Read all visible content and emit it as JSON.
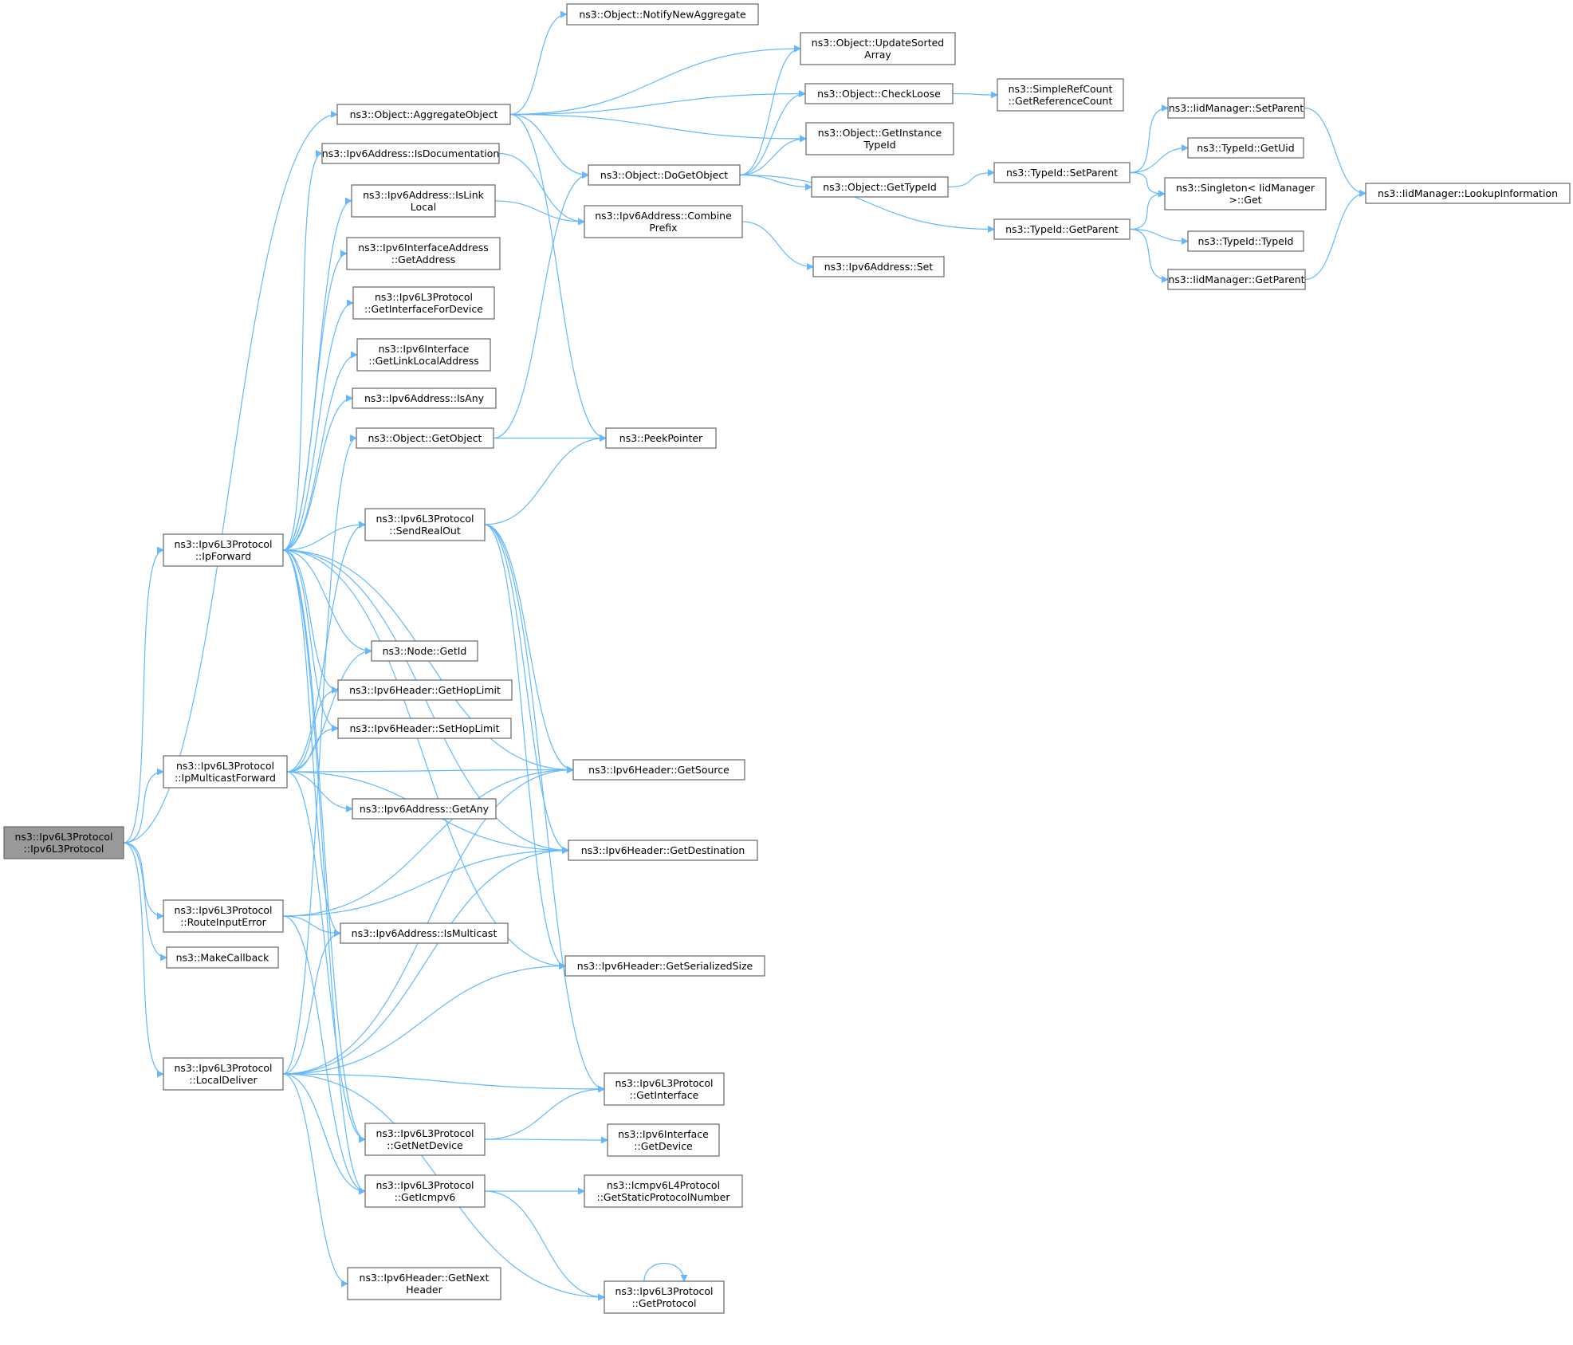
{
  "colors": {
    "edge": "#63b8ff",
    "node_border": "#666666",
    "root_fill": "#999999",
    "node_fill": "#ffffff"
  },
  "nodes": [
    {
      "id": "root",
      "lines": [
        "ns3::Ipv6L3Protocol",
        "::Ipv6L3Protocol"
      ],
      "root": true
    },
    {
      "id": "aggregate",
      "lines": [
        "ns3::Object::AggregateObject"
      ]
    },
    {
      "id": "ipforward",
      "lines": [
        "ns3::Ipv6L3Protocol",
        "::IpForward"
      ]
    },
    {
      "id": "ipmcast",
      "lines": [
        "ns3::Ipv6L3Protocol",
        "::IpMulticastForward"
      ]
    },
    {
      "id": "routeerr",
      "lines": [
        "ns3::Ipv6L3Protocol",
        "::RouteInputError"
      ]
    },
    {
      "id": "makecb",
      "lines": [
        "ns3::MakeCallback"
      ]
    },
    {
      "id": "localdeliver",
      "lines": [
        "ns3::Ipv6L3Protocol",
        "::LocalDeliver"
      ]
    },
    {
      "id": "isdoc",
      "lines": [
        "ns3::Ipv6Address::IsDocumentation"
      ]
    },
    {
      "id": "islinklocal",
      "lines": [
        "ns3::Ipv6Address::IsLink",
        "Local"
      ]
    },
    {
      "id": "ifaddr",
      "lines": [
        "ns3::Ipv6InterfaceAddress",
        "::GetAddress"
      ]
    },
    {
      "id": "getifdev",
      "lines": [
        "ns3::Ipv6L3Protocol",
        "::GetInterfaceForDevice"
      ]
    },
    {
      "id": "getlladdr",
      "lines": [
        "ns3::Ipv6Interface",
        "::GetLinkLocalAddress"
      ]
    },
    {
      "id": "isany",
      "lines": [
        "ns3::Ipv6Address::IsAny"
      ]
    },
    {
      "id": "getobject",
      "lines": [
        "ns3::Object::GetObject"
      ]
    },
    {
      "id": "sendreal",
      "lines": [
        "ns3::Ipv6L3Protocol",
        "::SendRealOut"
      ]
    },
    {
      "id": "nodeid",
      "lines": [
        "ns3::Node::GetId"
      ]
    },
    {
      "id": "gethop",
      "lines": [
        "ns3::Ipv6Header::GetHopLimit"
      ]
    },
    {
      "id": "sethop",
      "lines": [
        "ns3::Ipv6Header::SetHopLimit"
      ]
    },
    {
      "id": "getany",
      "lines": [
        "ns3::Ipv6Address::GetAny"
      ]
    },
    {
      "id": "ismcast",
      "lines": [
        "ns3::Ipv6Address::IsMulticast"
      ]
    },
    {
      "id": "getnetdev",
      "lines": [
        "ns3::Ipv6L3Protocol",
        "::GetNetDevice"
      ]
    },
    {
      "id": "geticmp",
      "lines": [
        "ns3::Ipv6L3Protocol",
        "::GetIcmpv6"
      ]
    },
    {
      "id": "nexthdr",
      "lines": [
        "ns3::Ipv6Header::GetNext",
        "Header"
      ]
    },
    {
      "id": "notify",
      "lines": [
        "ns3::Object::NotifyNewAggregate"
      ]
    },
    {
      "id": "updsorted",
      "lines": [
        "ns3::Object::UpdateSorted",
        "Array"
      ]
    },
    {
      "id": "checkloose",
      "lines": [
        "ns3::Object::CheckLoose"
      ]
    },
    {
      "id": "getinst",
      "lines": [
        "ns3::Object::GetInstance",
        "TypeId"
      ]
    },
    {
      "id": "dogetobj",
      "lines": [
        "ns3::Object::DoGetObject"
      ]
    },
    {
      "id": "combine",
      "lines": [
        "ns3::Ipv6Address::Combine",
        "Prefix"
      ]
    },
    {
      "id": "peek",
      "lines": [
        "ns3::PeekPointer"
      ]
    },
    {
      "id": "getsrc",
      "lines": [
        "ns3::Ipv6Header::GetSource"
      ]
    },
    {
      "id": "getdst",
      "lines": [
        "ns3::Ipv6Header::GetDestination"
      ]
    },
    {
      "id": "getser",
      "lines": [
        "ns3::Ipv6Header::GetSerializedSize"
      ]
    },
    {
      "id": "getiface",
      "lines": [
        "ns3::Ipv6L3Protocol",
        "::GetInterface"
      ]
    },
    {
      "id": "getdevice",
      "lines": [
        "ns3::Ipv6Interface",
        "::GetDevice"
      ]
    },
    {
      "id": "icmpnum",
      "lines": [
        "ns3::Icmpv6L4Protocol",
        "::GetStaticProtocolNumber"
      ]
    },
    {
      "id": "getproto",
      "lines": [
        "ns3::Ipv6L3Protocol",
        "::GetProtocol"
      ]
    },
    {
      "id": "refcount",
      "lines": [
        "ns3::SimpleRefCount",
        "::GetReferenceCount"
      ]
    },
    {
      "id": "gettypeid",
      "lines": [
        "ns3::Object::GetTypeId"
      ]
    },
    {
      "id": "setparent",
      "lines": [
        "ns3::TypeId::SetParent"
      ]
    },
    {
      "id": "getparent",
      "lines": [
        "ns3::TypeId::GetParent"
      ]
    },
    {
      "id": "v6set",
      "lines": [
        "ns3::Ipv6Address::Set"
      ]
    },
    {
      "id": "iidsetparent",
      "lines": [
        "ns3::IidManager::SetParent"
      ]
    },
    {
      "id": "getuid",
      "lines": [
        "ns3::TypeId::GetUid"
      ]
    },
    {
      "id": "singleton",
      "lines": [
        "ns3::Singleton< IidManager",
        ">::Get"
      ]
    },
    {
      "id": "typeidctor",
      "lines": [
        "ns3::TypeId::TypeId"
      ]
    },
    {
      "id": "iidgetparent",
      "lines": [
        "ns3::IidManager::GetParent"
      ]
    },
    {
      "id": "lookup",
      "lines": [
        "ns3::IidManager::LookupInformation"
      ]
    }
  ],
  "edges": [
    [
      "root",
      "aggregate"
    ],
    [
      "root",
      "ipforward"
    ],
    [
      "root",
      "ipmcast"
    ],
    [
      "root",
      "routeerr"
    ],
    [
      "root",
      "makecb"
    ],
    [
      "root",
      "localdeliver"
    ],
    [
      "aggregate",
      "notify"
    ],
    [
      "aggregate",
      "updsorted"
    ],
    [
      "aggregate",
      "checkloose"
    ],
    [
      "aggregate",
      "getinst"
    ],
    [
      "aggregate",
      "dogetobj"
    ],
    [
      "aggregate",
      "peek"
    ],
    [
      "isdoc",
      "combine"
    ],
    [
      "islinklocal",
      "combine"
    ],
    [
      "getobject",
      "dogetobj"
    ],
    [
      "getobject",
      "peek"
    ],
    [
      "sendreal",
      "peek"
    ],
    [
      "sendreal",
      "getsrc"
    ],
    [
      "sendreal",
      "getdst"
    ],
    [
      "sendreal",
      "getser"
    ],
    [
      "sendreal",
      "getiface"
    ],
    [
      "ipforward",
      "isdoc"
    ],
    [
      "ipforward",
      "islinklocal"
    ],
    [
      "ipforward",
      "ifaddr"
    ],
    [
      "ipforward",
      "getifdev"
    ],
    [
      "ipforward",
      "getlladdr"
    ],
    [
      "ipforward",
      "isany"
    ],
    [
      "ipforward",
      "sendreal"
    ],
    [
      "ipforward",
      "nodeid"
    ],
    [
      "ipforward",
      "gethop"
    ],
    [
      "ipforward",
      "sethop"
    ],
    [
      "ipforward",
      "getsrc"
    ],
    [
      "ipforward",
      "getdst"
    ],
    [
      "ipforward",
      "getser"
    ],
    [
      "ipforward",
      "ismcast"
    ],
    [
      "ipforward",
      "getnetdev"
    ],
    [
      "ipforward",
      "geticmp"
    ],
    [
      "ipmcast",
      "sendreal"
    ],
    [
      "ipmcast",
      "nodeid"
    ],
    [
      "ipmcast",
      "gethop"
    ],
    [
      "ipmcast",
      "sethop"
    ],
    [
      "ipmcast",
      "getsrc"
    ],
    [
      "ipmcast",
      "getany"
    ],
    [
      "ipmcast",
      "getdst"
    ],
    [
      "ipmcast",
      "getnetdev"
    ],
    [
      "routeerr",
      "getsrc"
    ],
    [
      "routeerr",
      "ismcast"
    ],
    [
      "routeerr",
      "getdst"
    ],
    [
      "routeerr",
      "geticmp"
    ],
    [
      "localdeliver",
      "getobject"
    ],
    [
      "localdeliver",
      "ismcast"
    ],
    [
      "localdeliver",
      "getdst"
    ],
    [
      "localdeliver",
      "getser"
    ],
    [
      "localdeliver",
      "getiface"
    ],
    [
      "localdeliver",
      "geticmp"
    ],
    [
      "localdeliver",
      "nexthdr"
    ],
    [
      "localdeliver",
      "getproto"
    ],
    [
      "localdeliver",
      "getsrc"
    ],
    [
      "getnetdev",
      "getiface"
    ],
    [
      "getnetdev",
      "getdevice"
    ],
    [
      "geticmp",
      "icmpnum"
    ],
    [
      "geticmp",
      "getproto"
    ],
    [
      "getproto",
      "getproto"
    ],
    [
      "dogetobj",
      "updsorted"
    ],
    [
      "dogetobj",
      "checkloose"
    ],
    [
      "dogetobj",
      "getinst"
    ],
    [
      "dogetobj",
      "gettypeid"
    ],
    [
      "dogetobj",
      "getparent"
    ],
    [
      "checkloose",
      "refcount"
    ],
    [
      "combine",
      "v6set"
    ],
    [
      "gettypeid",
      "setparent"
    ],
    [
      "setparent",
      "iidsetparent"
    ],
    [
      "setparent",
      "getuid"
    ],
    [
      "setparent",
      "singleton"
    ],
    [
      "getparent",
      "singleton"
    ],
    [
      "getparent",
      "typeidctor"
    ],
    [
      "getparent",
      "iidgetparent"
    ],
    [
      "iidsetparent",
      "lookup"
    ],
    [
      "iidgetparent",
      "lookup"
    ]
  ]
}
